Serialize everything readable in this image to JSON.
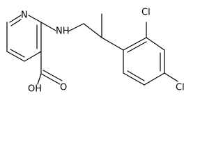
{
  "labels": {
    "ring_nitrogen": "N",
    "amine_nh": "NH",
    "carboxyl_oh": "OH",
    "chloro_ortho": "Cl",
    "chloro_para": "Cl",
    "carbonyl_o": "O"
  },
  "colors": {
    "bond": "#000000",
    "text": "#000000",
    "background": "#ffffff"
  }
}
